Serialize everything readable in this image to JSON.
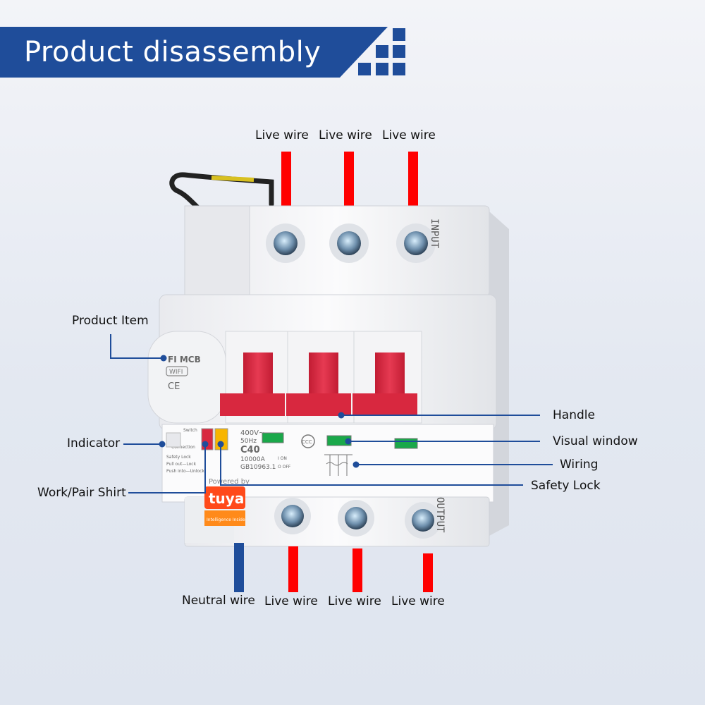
{
  "title": "Product disassembly",
  "colors": {
    "banner": "#1f4d9a",
    "live": "#ff0000",
    "neutral": "#1f4d9a",
    "handle": "#d8283f",
    "leader": "#1f4d9a",
    "window": "#1aa84a"
  },
  "device": {
    "top_label": "INPUT",
    "bottom_label": "OUTPUT",
    "model": "FI MCB",
    "wifi": "WIFI",
    "ce": "CE",
    "rating_voltage": "400V~",
    "rating_freq": "50Hz",
    "rating_curve": "C40",
    "rating_capacity": "10000A",
    "rating_standard": "GB10963.1",
    "on_label": "I ON",
    "off_label": "O OFF",
    "powered_by": "Powered by",
    "brand": "tuya",
    "brand_sub": "Intelligence Inside",
    "ccc": "CCC",
    "switch_label": "Switch",
    "connection_label": "Connection",
    "lock_label": "Safety Lock",
    "lock_line1": "Pull out—Lock",
    "lock_line2": "Push into—Unlock"
  },
  "labels": {
    "top_wires": [
      "Live wire",
      "Live wire",
      "Live wire"
    ],
    "bottom_wires": [
      "Neutral wire",
      "Live wire",
      "Live wire",
      "Live wire"
    ],
    "product_item": "Product Item",
    "indicator": "Indicator",
    "work_pair": "Work/Pair Shirt",
    "handle": "Handle",
    "visual_window": "Visual window",
    "wiring": "Wiring",
    "safety_lock": "Safety Lock"
  }
}
